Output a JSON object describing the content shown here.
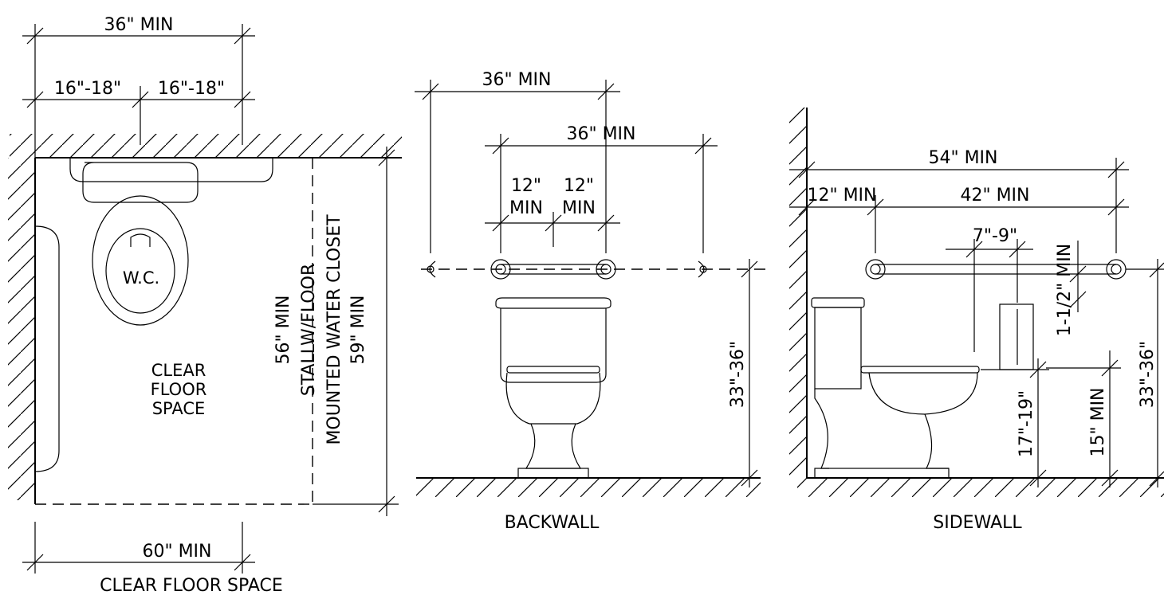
{
  "plan": {
    "top_dim": "36\" MIN",
    "left_split": "16\"-18\"",
    "right_split": "16\"-18\"",
    "wc_label": "W.C.",
    "clear_lines": [
      "CLEAR",
      "FLOOR",
      "SPACE"
    ],
    "depth_lines": [
      "56\" MIN",
      "STALLW/FLOOR",
      "MOUNTED WATER CLOSET",
      "59\" MIN"
    ],
    "bottom_dim": "60\" MIN",
    "caption": "CLEAR FLOOR SPACE"
  },
  "backwall": {
    "dim_outer": "36\" MIN",
    "dim_inner": "36\" MIN",
    "left_12": [
      "12\"",
      "MIN"
    ],
    "right_12": [
      "12\"",
      "MIN"
    ],
    "height_dim": "33\"-36\"",
    "caption": "BACKWALL"
  },
  "sidewall": {
    "dim_total": "54\" MIN",
    "dim_12": "12\" MIN",
    "dim_42": "42\" MIN",
    "dim_79": "7\"-9\"",
    "dim_112": "1-1/2\" MIN",
    "dim_1719": "17\"-19\"",
    "dim_15": "15\" MIN",
    "height_dim": "33\"-36\"",
    "caption": "SIDEWALL"
  }
}
